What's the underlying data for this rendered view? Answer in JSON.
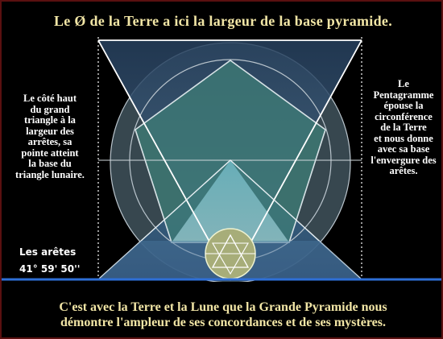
{
  "title": "Le Ø de la Terre a ici la largeur de la base pyramide.",
  "left_text": [
    "Le côté haut",
    "du grand",
    "triangle à la",
    "largeur des",
    "arrêtes, sa",
    "pointe atteint",
    "la base du",
    "triangle lunaire."
  ],
  "right_text": [
    "Le",
    "Pentagramme",
    "épouse la",
    "circonférence",
    "de la Terre",
    "et nous donne",
    "avec sa base",
    "l'envergure des",
    "arêtes."
  ],
  "aretes_label": "Les arêtes",
  "aretes_angle": "41° 59' 50''",
  "bottom_text": [
    "C'est avec la Terre et la Lune que la Grande Pyramide nous",
    "démontre l'ampleur de ses concordances et de ses mystères."
  ],
  "colors": {
    "title_text": "#f2e6a6",
    "earth_circle": "#3a4a55",
    "pentagon": "#3e7a78",
    "moon_circle": "#a8ae78",
    "baseline": "#2e6fd6",
    "background": "#000000"
  }
}
